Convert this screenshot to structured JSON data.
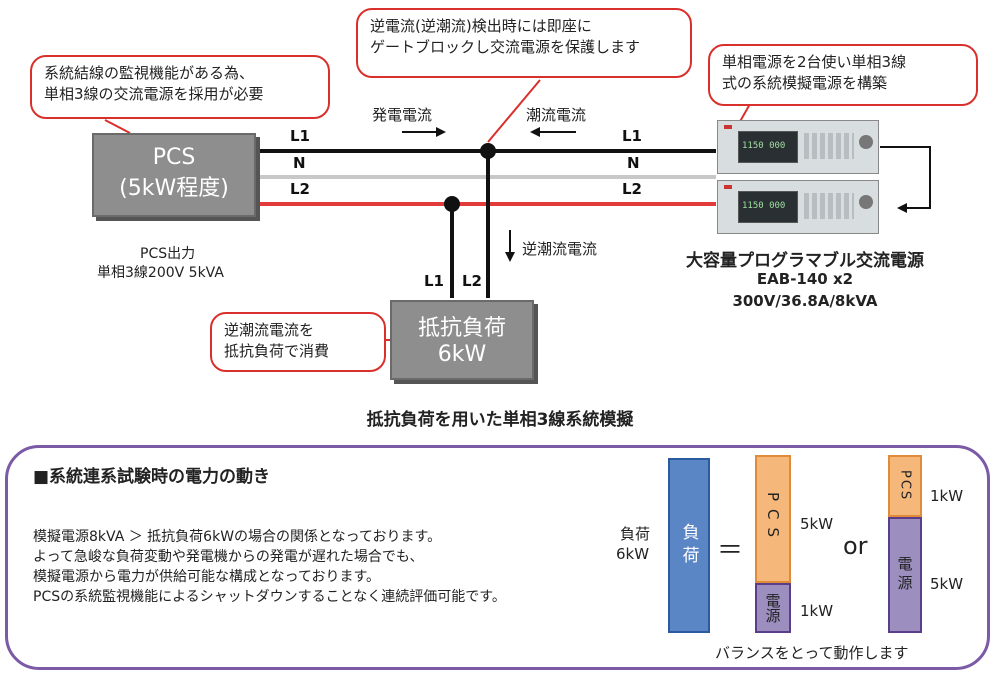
{
  "callouts": {
    "monitoring": "系統結線の監視機能がある為、\n単相3線の交流電源を採用が必要",
    "reverse_detect": "逆電流(逆潮流)検出時には即座に\nゲートブロックし交流電源を保護します",
    "two_units": "単相電源を2台使い単相3線\n式の系統模擬電源を構築",
    "consume": "逆潮流電流を\n抵抗負荷で消費"
  },
  "pcs": {
    "label_line1": "PCS",
    "label_line2": "(5kW程度)",
    "output_title": "PCS出力",
    "output_spec": "単相3線200V 5kVA"
  },
  "lines": {
    "l1": "L1",
    "n": "N",
    "l2": "L2",
    "l1_right": "L1",
    "n_right": "N",
    "l2_right": "L2",
    "load_l1": "L1",
    "load_l2": "L2"
  },
  "flows": {
    "generation": "発電電流",
    "tidal": "潮流電流",
    "reverse": "逆潮流電流"
  },
  "load": {
    "line1": "抵抗負荷",
    "line2": "6kW"
  },
  "power_supply": {
    "name": "大容量プログラマブル交流電源",
    "model": "EAB-140 x2",
    "spec": "300V/36.8A/8kVA",
    "display1": "1150 000",
    "display2": "1150 000"
  },
  "diagram_title": "抵抗負荷を用いた単相3線系統模擬",
  "panel": {
    "heading": "■系統連系試験時の電力の動き",
    "para": [
      "模擬電源8kVA ＞ 抵抗負荷6kWの場合の関係となっております。",
      "よって急峻な負荷変動や発電機からの発電が遅れた場合でも、",
      "模擬電源から電力が供給可能な構成となっております。",
      "PCSの系統監視機能によるシャットダウンすることなく連続評価可能です。"
    ],
    "load_label_1": "負荷",
    "load_label_2": "6kW",
    "load_bar": "負荷",
    "equals": "＝",
    "or": "or",
    "opt1_pcs": "PCS",
    "opt1_pcs_kw": "5kW",
    "opt1_src": "電源",
    "opt1_src_kw": "1kW",
    "opt2_pcs": "PCS",
    "opt2_pcs_kw": "1kW",
    "opt2_src": "電源",
    "opt2_src_kw": "5kW",
    "balance": "バランスをとって動作します"
  },
  "colors": {
    "accent_red": "#d9302c",
    "purple": "#7b5aa6",
    "blue_bar": "#5b86c6",
    "orange_bar": "#f6b87a",
    "purple_bar": "#9d8ec0"
  }
}
